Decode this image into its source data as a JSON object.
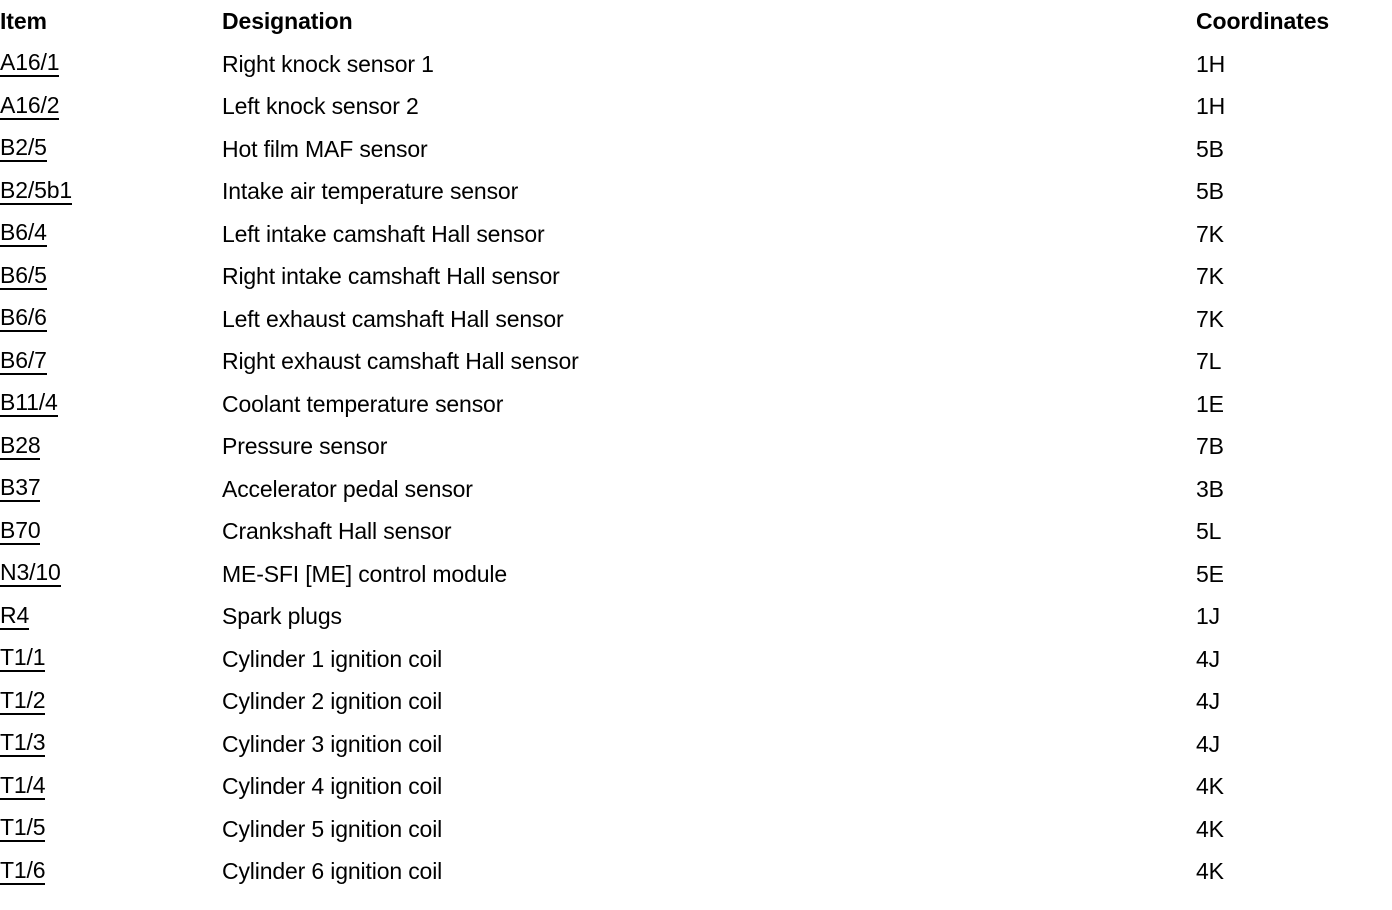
{
  "table": {
    "columns": {
      "item": "Item",
      "designation": "Designation",
      "coordinates": "Coordinates"
    },
    "rows": [
      {
        "item": "A16/1",
        "designation": "Right knock sensor 1",
        "coordinates": "1H"
      },
      {
        "item": "A16/2",
        "designation": "Left knock sensor 2",
        "coordinates": "1H"
      },
      {
        "item": "B2/5",
        "designation": "Hot film MAF sensor",
        "coordinates": "5B"
      },
      {
        "item": "B2/5b1",
        "designation": "Intake air temperature sensor",
        "coordinates": "5B"
      },
      {
        "item": "B6/4",
        "designation": "Left intake camshaft Hall sensor",
        "coordinates": "7K"
      },
      {
        "item": "B6/5",
        "designation": "Right intake camshaft Hall sensor",
        "coordinates": "7K"
      },
      {
        "item": "B6/6",
        "designation": "Left exhaust camshaft Hall sensor",
        "coordinates": "7K"
      },
      {
        "item": "B6/7",
        "designation": "Right exhaust camshaft Hall sensor",
        "coordinates": "7L"
      },
      {
        "item": "B11/4",
        "designation": "Coolant temperature sensor",
        "coordinates": "1E"
      },
      {
        "item": "B28",
        "designation": "Pressure sensor",
        "coordinates": "7B"
      },
      {
        "item": "B37",
        "designation": "Accelerator pedal sensor",
        "coordinates": "3B"
      },
      {
        "item": "B70",
        "designation": "Crankshaft Hall sensor",
        "coordinates": "5L"
      },
      {
        "item": "N3/10",
        "designation": "ME-SFI [ME] control module",
        "coordinates": "5E"
      },
      {
        "item": "R4",
        "designation": "Spark plugs",
        "coordinates": "1J"
      },
      {
        "item": "T1/1",
        "designation": "Cylinder 1 ignition coil",
        "coordinates": "4J"
      },
      {
        "item": "T1/2",
        "designation": "Cylinder 2 ignition coil",
        "coordinates": "4J"
      },
      {
        "item": "T1/3",
        "designation": "Cylinder 3 ignition coil",
        "coordinates": "4J"
      },
      {
        "item": "T1/4",
        "designation": "Cylinder 4 ignition coil",
        "coordinates": "4K"
      },
      {
        "item": "T1/5",
        "designation": "Cylinder 5 ignition coil",
        "coordinates": "4K"
      },
      {
        "item": "T1/6",
        "designation": "Cylinder 6 ignition coil",
        "coordinates": "4K"
      }
    ]
  }
}
